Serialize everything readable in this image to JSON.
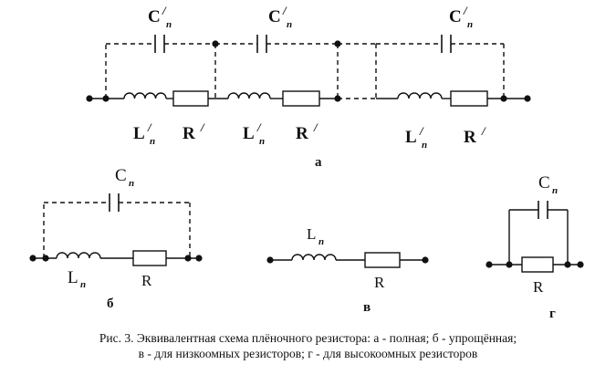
{
  "figure": {
    "a": {
      "capacitor_label": "C",
      "capacitor_sub": "n",
      "capacitor_prime": "/",
      "inductor_label": "L",
      "inductor_sub": "n",
      "inductor_prime": "/",
      "resistor_label": "R",
      "resistor_prime": "/",
      "tag": "а"
    },
    "b": {
      "capacitor_label": "C",
      "capacitor_sub": "n",
      "inductor_label": "L",
      "inductor_sub": "n",
      "resistor_label": "R",
      "tag": "б"
    },
    "v": {
      "inductor_label": "L",
      "inductor_sub": "n",
      "resistor_label": "R",
      "tag": "в"
    },
    "g": {
      "capacitor_label": "C",
      "capacitor_sub": "n",
      "resistor_label": "R",
      "tag": "г"
    }
  },
  "caption": {
    "line1": "Рис. 3. Эквивалентная схема плёночного резистора: а - полная; б - упрощённая;",
    "line2": "в - для низкоомных резисторов; г - для высокоомных резисторов"
  }
}
